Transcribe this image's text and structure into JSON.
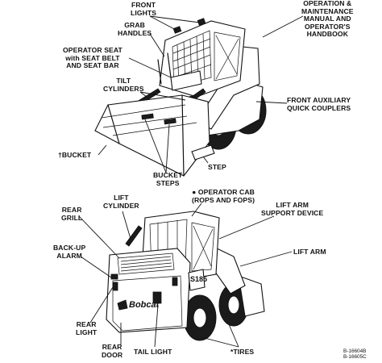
{
  "top_diagram": {
    "labels": {
      "front_lights": [
        "FRONT",
        "LIGHTS"
      ],
      "operation_manual": [
        "OPERATION &",
        "MAINTENANCE",
        "MANUAL AND",
        "OPERATOR'S",
        "HANDBOOK"
      ],
      "grab_handles": [
        "GRAB",
        "HANDLES"
      ],
      "operator_seat": [
        "OPERATOR SEAT",
        "with SEAT BELT",
        "AND SEAT BAR"
      ],
      "tilt_cylinders": [
        "TILT",
        "CYLINDERS"
      ],
      "front_aux_couplers": [
        "FRONT AUXILIARY",
        "QUICK COUPLERS"
      ],
      "bucket": [
        "†BUCKET"
      ],
      "bucket_steps": [
        "BUCKET",
        "STEPS"
      ],
      "step": [
        "STEP"
      ]
    }
  },
  "bottom_diagram": {
    "labels": {
      "lift_cylinder": [
        "LIFT",
        "CYLINDER"
      ],
      "operator_cab": [
        "● OPERATOR CAB",
        "(ROPS AND FOPS)"
      ],
      "lift_arm_support": [
        "LIFT ARM",
        "SUPPORT DEVICE"
      ],
      "rear_grill": [
        "REAR",
        "GRILL"
      ],
      "backup_alarm": [
        "BACK-UP",
        "ALARM"
      ],
      "lift_arm": [
        "LIFT ARM"
      ],
      "rear_light": [
        "REAR",
        "LIGHT"
      ],
      "rear_door": [
        "REAR",
        "DOOR"
      ],
      "tail_light": [
        "TAIL LIGHT"
      ],
      "tires": [
        "*TIRES"
      ]
    },
    "machine_text": {
      "brand": "Bobcat",
      "model": "S185"
    }
  },
  "figure_refs": [
    "B-16604B",
    "B-16605C"
  ]
}
